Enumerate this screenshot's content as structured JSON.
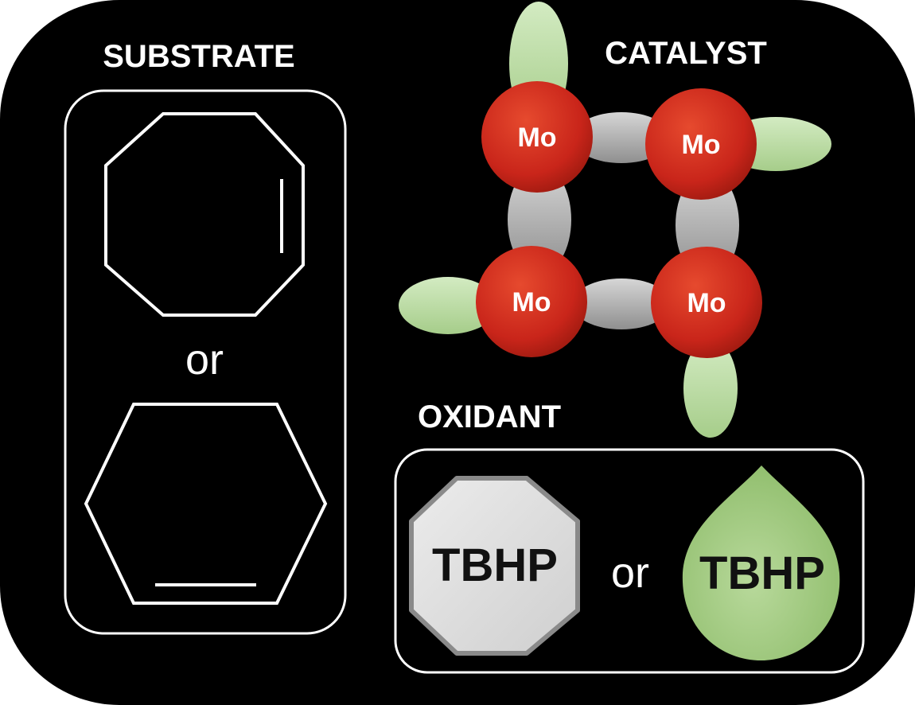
{
  "sections": {
    "substrate": {
      "title": "SUBSTRATE",
      "separator": "or"
    },
    "catalyst": {
      "title": "CATALYST",
      "atoms": [
        "Mo",
        "Mo",
        "Mo",
        "Mo"
      ]
    },
    "oxidant": {
      "title": "OXIDANT",
      "left_label": "TBHP",
      "separator": "or",
      "right_label": "TBHP"
    }
  },
  "colors": {
    "background": "#000000",
    "outline": "#ffffff",
    "molybdenum": "#d12a1c",
    "bridge": "#b5b5b5",
    "ligand": "#b9dca0",
    "tbhp_solid": "#dedede",
    "tbhp_liquid": "#a8cf87"
  },
  "icons": {
    "substrate_top": "cyclooctene-structure-icon",
    "substrate_bottom": "cyclohexene-structure-icon",
    "oxidant_left": "octagon-solid-icon",
    "oxidant_right": "droplet-liquid-icon"
  }
}
